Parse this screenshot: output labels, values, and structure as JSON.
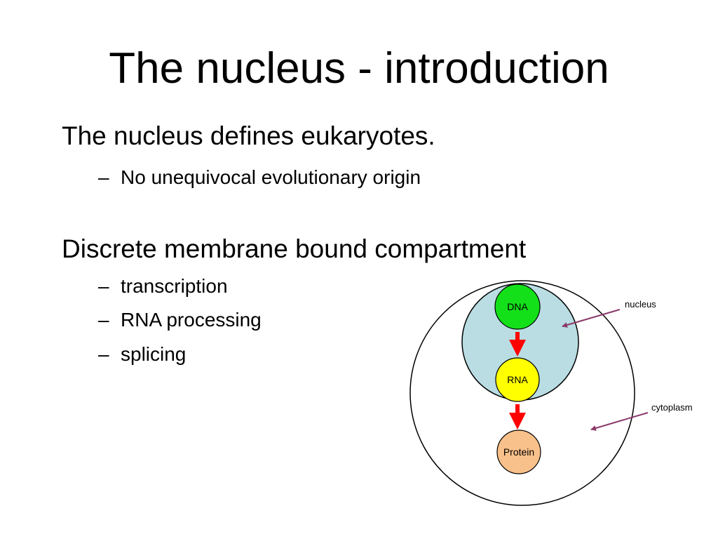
{
  "slide": {
    "title": "The nucleus - introduction",
    "bullets": [
      {
        "text": "The nucleus defines eukaryotes.",
        "subs": [
          "No unequivocal evolutionary origin"
        ]
      },
      {
        "text": "Discrete membrane bound compartment",
        "subs": [
          "transcription",
          "RNA processing",
          "splicing"
        ]
      }
    ],
    "sub_marker": "–"
  },
  "diagram": {
    "labels": {
      "nucleus": "nucleus",
      "cytoplasm": "cytoplasm"
    },
    "nodes": {
      "dna": "DNA",
      "rna": "RNA",
      "protein": "Protein"
    },
    "colors": {
      "nucleus_fill": "#b9dde3",
      "dna_fill": "#14e01a",
      "rna_fill": "#ffff00",
      "protein_fill": "#f8c08a",
      "flow_arrow": "#ff0000",
      "pointer_arrow": "#8b3a6b",
      "outline": "#000000"
    }
  }
}
